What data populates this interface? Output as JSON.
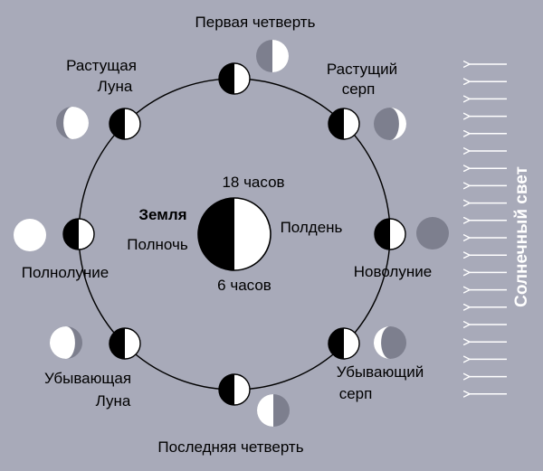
{
  "diagram": {
    "earth": {
      "title": "Земля",
      "midnight": "Полночь",
      "noon": "Полдень",
      "hour18": "18 часов",
      "hour6": "6 часов"
    },
    "phases": {
      "first_quarter": "Первая четверть",
      "waxing_crescent_line1": "Растущий",
      "waxing_crescent_line2": "серп",
      "new_moon": "Новолуние",
      "waning_crescent_line1": "Убывающий",
      "waning_crescent_line2": "серп",
      "last_quarter": "Последняя четверть",
      "waning_moon_line1": "Убывающая",
      "waning_moon_line2": "Луна",
      "full_moon": "Полнолуние",
      "waxing_moon_line1": "Растущая",
      "waxing_moon_line2": "Луна"
    },
    "sunlight": "Солнечный свет",
    "colors": {
      "background": "#a8aab9",
      "moon_shadow": "#7d7f8e",
      "lit": "#ffffff",
      "dark": "#000000"
    }
  }
}
